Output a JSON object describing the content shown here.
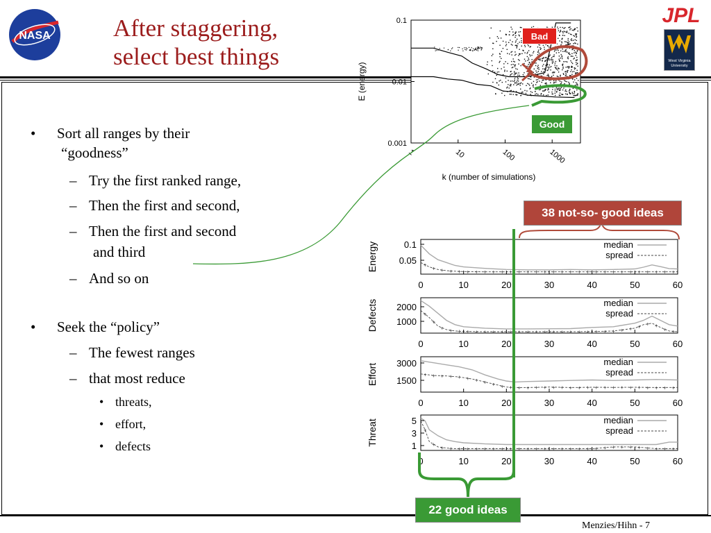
{
  "slide": {
    "title_lines": [
      "After staggering,",
      "select best things"
    ],
    "footer": "Menzies/Hihn - 7",
    "logos": {
      "nasa": "NASA",
      "jpl": "JPL",
      "wvu_line1": "West Virginia",
      "wvu_line2": "University"
    },
    "bullets": {
      "b1": "Sort all ranges by their",
      "b1_cont": "“goodness”",
      "b1_sub": [
        "Try the first ranked range,",
        "Then the first and second,",
        "Then the first and second",
        "and third",
        "And so on"
      ],
      "b2": "Seek the “policy”",
      "b2_sub": [
        "The fewest ranges",
        "that most reduce"
      ],
      "b2_subsub": [
        "threats,",
        "effort,",
        "defects"
      ]
    },
    "callouts": {
      "bad": "Bad",
      "good": "Good",
      "not_so_good": "38 not-so- good ideas",
      "good_ideas": "22 good ideas"
    },
    "colors": {
      "title": "#9b1c1c",
      "bad": "#e0201c",
      "good": "#3a9a35",
      "brace_red": "#b04a3a",
      "green_line": "#3a9a35",
      "not_so_good_box": "#b0453a"
    }
  },
  "chart_data": [
    {
      "type": "scatter",
      "xlabel": "k (number of simulations)",
      "ylabel": "E (energy)",
      "xscale": "log",
      "yscale": "log",
      "xticks": [
        "1",
        "10",
        "100",
        "1000"
      ],
      "yticks": [
        "0.1",
        "0.01",
        "0.001"
      ],
      "xlim": [
        1,
        4000
      ],
      "ylim": [
        0.001,
        0.1
      ],
      "series": [
        {
          "points": "cloud",
          "description_free": true,
          "x_range": [
            40,
            3500
          ],
          "y_range": [
            0.006,
            0.08
          ]
        },
        {
          "line": "envelope_upper",
          "x": [
            1,
            3,
            6,
            12,
            20,
            40,
            70,
            120,
            300,
            700,
            1200,
            2500
          ],
          "y": [
            0.035,
            0.035,
            0.03,
            0.026,
            0.02,
            0.016,
            0.013,
            0.012,
            0.012,
            0.014,
            0.09,
            0.09
          ]
        },
        {
          "line": "envelope_lower",
          "x": [
            1,
            3,
            6,
            12,
            25,
            50,
            90,
            160,
            300,
            600,
            1200,
            3000
          ],
          "y": [
            0.012,
            0.012,
            0.011,
            0.0105,
            0.009,
            0.0085,
            0.007,
            0.0068,
            0.006,
            0.0058,
            0.0056,
            0.0055
          ]
        }
      ]
    },
    {
      "type": "line",
      "ylabel": "Energy",
      "yticks": [
        "0.1",
        "0.05"
      ],
      "ylim": [
        0,
        0.12
      ],
      "xlim": [
        0,
        60
      ],
      "xticks": [
        "0",
        "10",
        "20",
        "30",
        "40",
        "50",
        "60"
      ],
      "series": [
        {
          "name": "median",
          "x": [
            0,
            2,
            4,
            6,
            8,
            10,
            15,
            20,
            25,
            30,
            35,
            40,
            45,
            50,
            52,
            54,
            56,
            58,
            60
          ],
          "y": [
            0.1,
            0.07,
            0.05,
            0.04,
            0.03,
            0.025,
            0.02,
            0.016,
            0.015,
            0.015,
            0.016,
            0.015,
            0.016,
            0.018,
            0.024,
            0.032,
            0.026,
            0.019,
            0.018
          ]
        },
        {
          "name": "spread",
          "x": [
            0,
            2,
            4,
            6,
            8,
            10,
            15,
            20,
            25,
            30,
            35,
            40,
            45,
            50,
            55,
            60
          ],
          "y": [
            0.04,
            0.025,
            0.016,
            0.012,
            0.01,
            0.009,
            0.008,
            0.008,
            0.008,
            0.008,
            0.008,
            0.008,
            0.008,
            0.008,
            0.008,
            0.008
          ]
        }
      ]
    },
    {
      "type": "line",
      "ylabel": "Defects",
      "yticks": [
        "2000",
        "1000"
      ],
      "ylim": [
        0,
        2500
      ],
      "xlim": [
        0,
        60
      ],
      "xticks": [
        "0",
        "10",
        "20",
        "30",
        "40",
        "50",
        "60"
      ],
      "series": [
        {
          "name": "median",
          "x": [
            0,
            2,
            4,
            6,
            8,
            10,
            15,
            20,
            25,
            30,
            35,
            40,
            45,
            50,
            52,
            54,
            56,
            58,
            60
          ],
          "y": [
            2300,
            1900,
            1400,
            900,
            600,
            450,
            350,
            300,
            300,
            310,
            320,
            400,
            450,
            700,
            900,
            1200,
            900,
            600,
            500
          ]
        },
        {
          "name": "spread",
          "x": [
            0,
            2,
            4,
            6,
            8,
            10,
            15,
            20,
            25,
            30,
            35,
            40,
            45,
            50,
            52,
            54,
            56,
            58,
            60
          ],
          "y": [
            1600,
            1100,
            500,
            250,
            150,
            120,
            100,
            100,
            100,
            100,
            100,
            110,
            150,
            350,
            600,
            700,
            400,
            150,
            100
          ]
        }
      ]
    },
    {
      "type": "line",
      "ylabel": "Effort",
      "yticks": [
        "3000",
        "1500"
      ],
      "ylim": [
        0,
        3500
      ],
      "xlim": [
        0,
        60
      ],
      "xticks": [
        "0",
        "10",
        "20",
        "30",
        "40",
        "50",
        "60"
      ],
      "series": [
        {
          "name": "median",
          "x": [
            0,
            3,
            6,
            9,
            12,
            15,
            18,
            20,
            22,
            25,
            30,
            35,
            40,
            45,
            50,
            55,
            60
          ],
          "y": [
            3100,
            2900,
            2700,
            2500,
            2200,
            1700,
            1300,
            1100,
            1000,
            1050,
            1100,
            1150,
            1200,
            1150,
            1200,
            1250,
            1200
          ]
        },
        {
          "name": "spread",
          "x": [
            0,
            3,
            6,
            9,
            12,
            15,
            18,
            20,
            22,
            25,
            30,
            35,
            40,
            45,
            50,
            55,
            60
          ],
          "y": [
            1800,
            1650,
            1600,
            1500,
            1300,
            1000,
            700,
            500,
            450,
            450,
            500,
            450,
            480,
            470,
            480,
            450,
            460
          ]
        }
      ]
    },
    {
      "type": "line",
      "ylabel": "Threat",
      "yticks": [
        "5",
        "3",
        "1"
      ],
      "ylim": [
        0,
        6
      ],
      "xlim": [
        0,
        60
      ],
      "xticks": [
        "0",
        "10",
        "20",
        "30",
        "40",
        "50",
        "60"
      ],
      "series": [
        {
          "name": "median",
          "x": [
            0,
            1,
            2,
            4,
            6,
            8,
            10,
            15,
            20,
            25,
            30,
            35,
            40,
            45,
            50,
            55,
            58,
            60
          ],
          "y": [
            5.5,
            5,
            3.5,
            2.5,
            1.8,
            1.5,
            1.3,
            1.1,
            1.0,
            1.0,
            1.0,
            1.0,
            1.0,
            1.0,
            1.0,
            1.0,
            1.4,
            1.4
          ]
        },
        {
          "name": "spread",
          "x": [
            0,
            1,
            2,
            4,
            6,
            8,
            10,
            15,
            20,
            25,
            30,
            35,
            40,
            45,
            50,
            55,
            60
          ],
          "y": [
            5,
            3.5,
            1.5,
            0.6,
            0.4,
            0.3,
            0.3,
            0.3,
            0.3,
            0.3,
            0.3,
            0.3,
            0.3,
            0.6,
            0.6,
            0.3,
            0.3
          ]
        }
      ]
    }
  ]
}
